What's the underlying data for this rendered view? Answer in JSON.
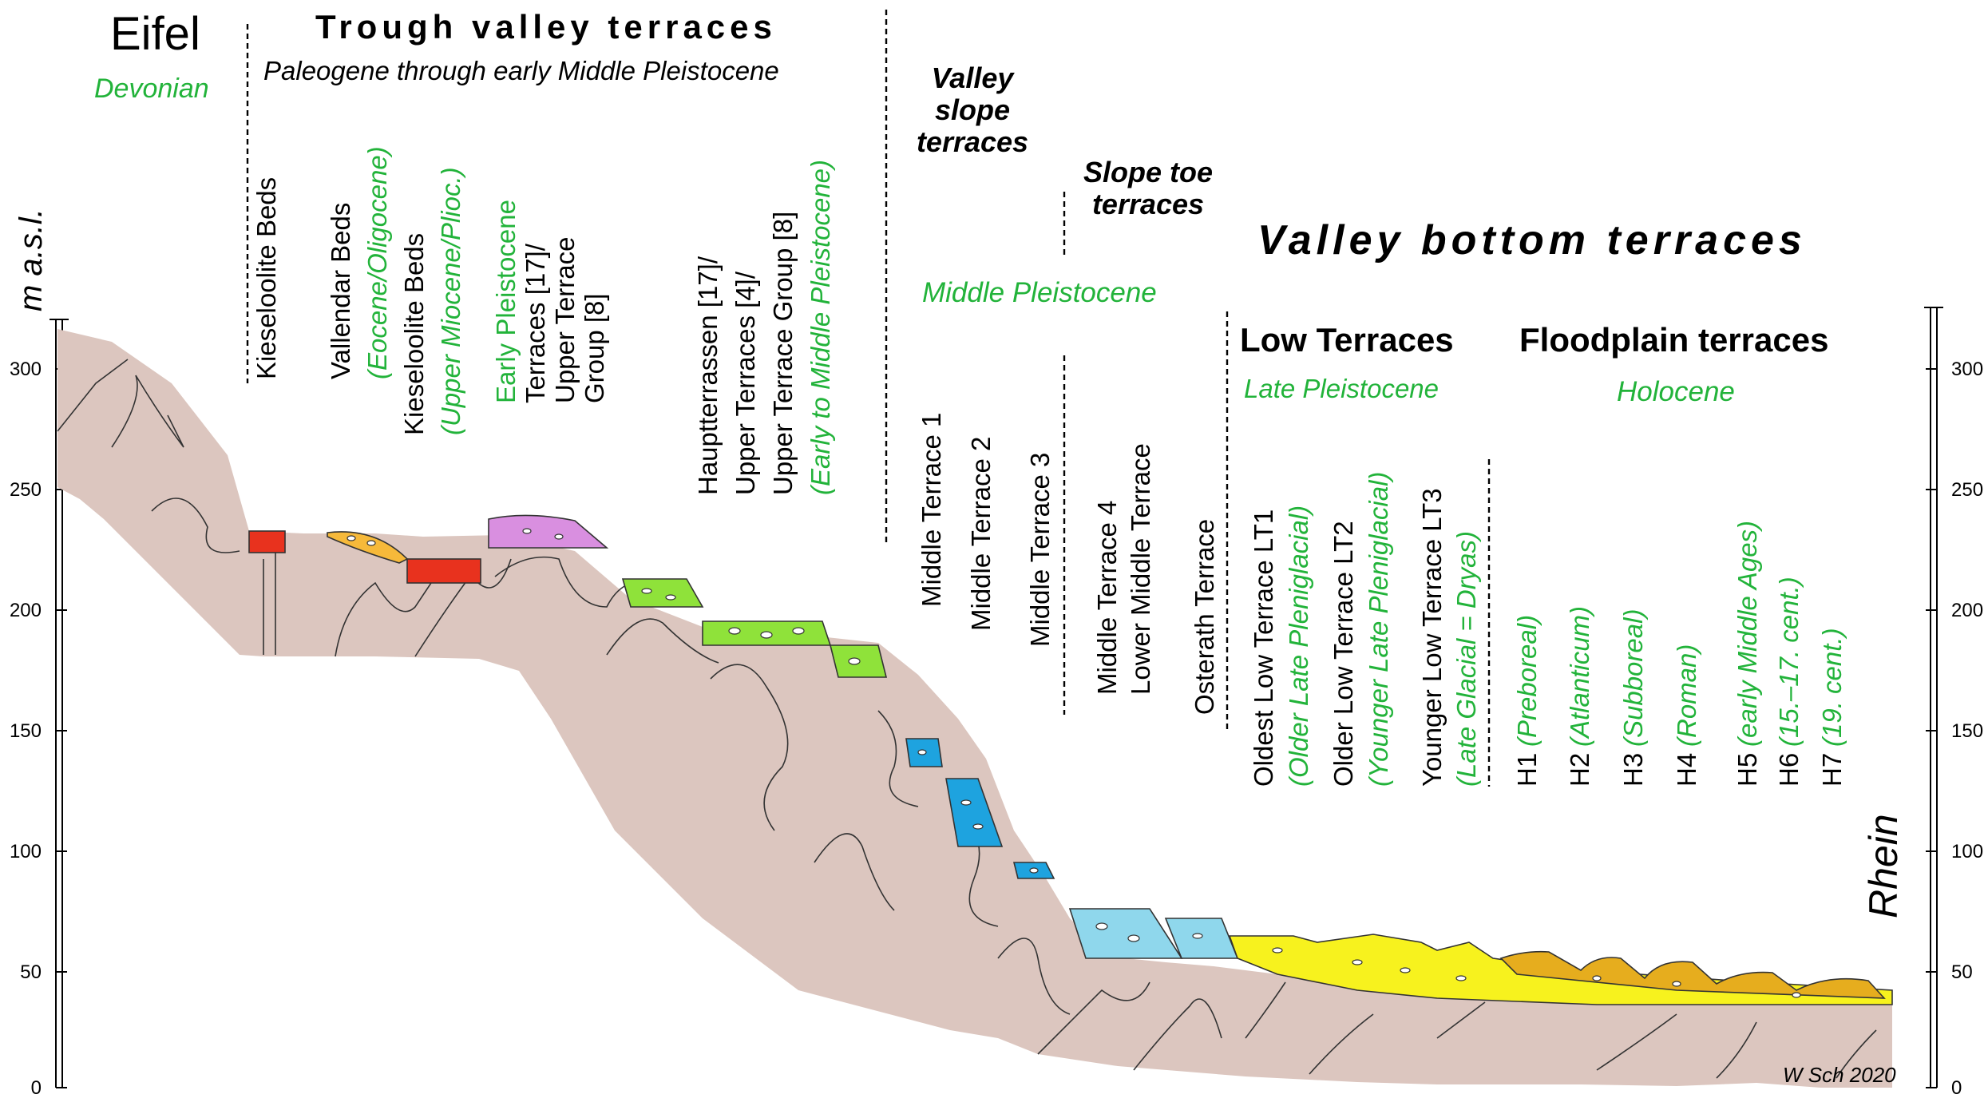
{
  "header": {
    "eifel": "Eifel",
    "devonian": "Devonian",
    "trough_title": "Trough valley terraces",
    "trough_subtitle": "Paleogene through early Middle Pleistocene",
    "valley_slope_1": "Valley",
    "valley_slope_2": "slope",
    "valley_slope_3": "terraces",
    "slope_toe_1": "Slope toe",
    "slope_toe_2": "terraces",
    "valley_bottom": "Valley bottom terraces",
    "middle_pleistocene": "Middle Pleistocene",
    "low_terraces": "Low Terraces",
    "late_pleistocene": "Late Pleistocene",
    "floodplain_terraces": "Floodplain terraces",
    "holocene": "Holocene",
    "y_axis_label": "m a.s.l.",
    "rhein": "Rhein",
    "credit": "W Sch 2020"
  },
  "axis": {
    "ticks": [
      "300",
      "250",
      "200",
      "150",
      "100",
      "50",
      "0"
    ]
  },
  "labels": {
    "kieseloolite_beds": "Kieseloolite Beds",
    "vallendar_beds": "Vallendar Beds",
    "vallendar_age": "(Eocene/Oligocene)",
    "kieseloolite_beds_2": "Kieseloolite Beds",
    "kieseloolite_age": "(Upper Miocene/Plioc.)",
    "early_pleistocene": "Early Pleistocene",
    "ept_line2": "Terraces [17]/",
    "ept_line3": "Upper Terrace",
    "ept_line4": "Group [8]",
    "haupt_line1": "Hauptterrassen [17]/",
    "haupt_line2": "Upper Terraces [4]/",
    "haupt_line3": "Upper Terrace Group [8]",
    "haupt_age": "(Early to Middle Pleistocene)",
    "middle_terrace_1": "Middle Terrace 1",
    "middle_terrace_2": "Middle Terrace 2",
    "middle_terrace_3": "Middle Terrace 3",
    "middle_terrace_4": "Middle Terrace 4",
    "lower_middle_terrace": "Lower Middle Terrace",
    "osterath_terrace": "Osterath Terrace",
    "lt1": "Oldest Low Terrace LT1",
    "lt1_age": "(Older Late Pleniglacial)",
    "lt2": "Older Low Terrace LT2",
    "lt2_age": "(Younger Late Pleniglacial)",
    "lt3": "Younger Low Terrace LT3",
    "lt3_age": "(Late Glacial = Dryas)",
    "h1": "H1",
    "h1_age": "(Preboreal)",
    "h2": "H2",
    "h2_age": "(Atlanticum)",
    "h3": "H3",
    "h3_age": "(Subboreal)",
    "h4": "H4",
    "h4_age": "(Roman)",
    "h5": "H5",
    "h5_age": "(early Middle Ages)",
    "h6": "H6",
    "h6_age": "(15.–17. cent.)",
    "h7": "H7",
    "h7_age": "(19. cent.)"
  },
  "colors": {
    "bedrock": "#dcc6bf",
    "kieseloolite": "#e8321e",
    "vallendar": "#f6b93a",
    "pliocene_violet": "#d98fe0",
    "early_pleistocene_green": "#8fe23a",
    "middle_blue": "#1ea3df",
    "light_blue": "#8fd7ec",
    "low_terrace_yellow": "#f7f21e",
    "floodplain_orange": "#e6ad1e",
    "label_green": "#22b33a"
  }
}
